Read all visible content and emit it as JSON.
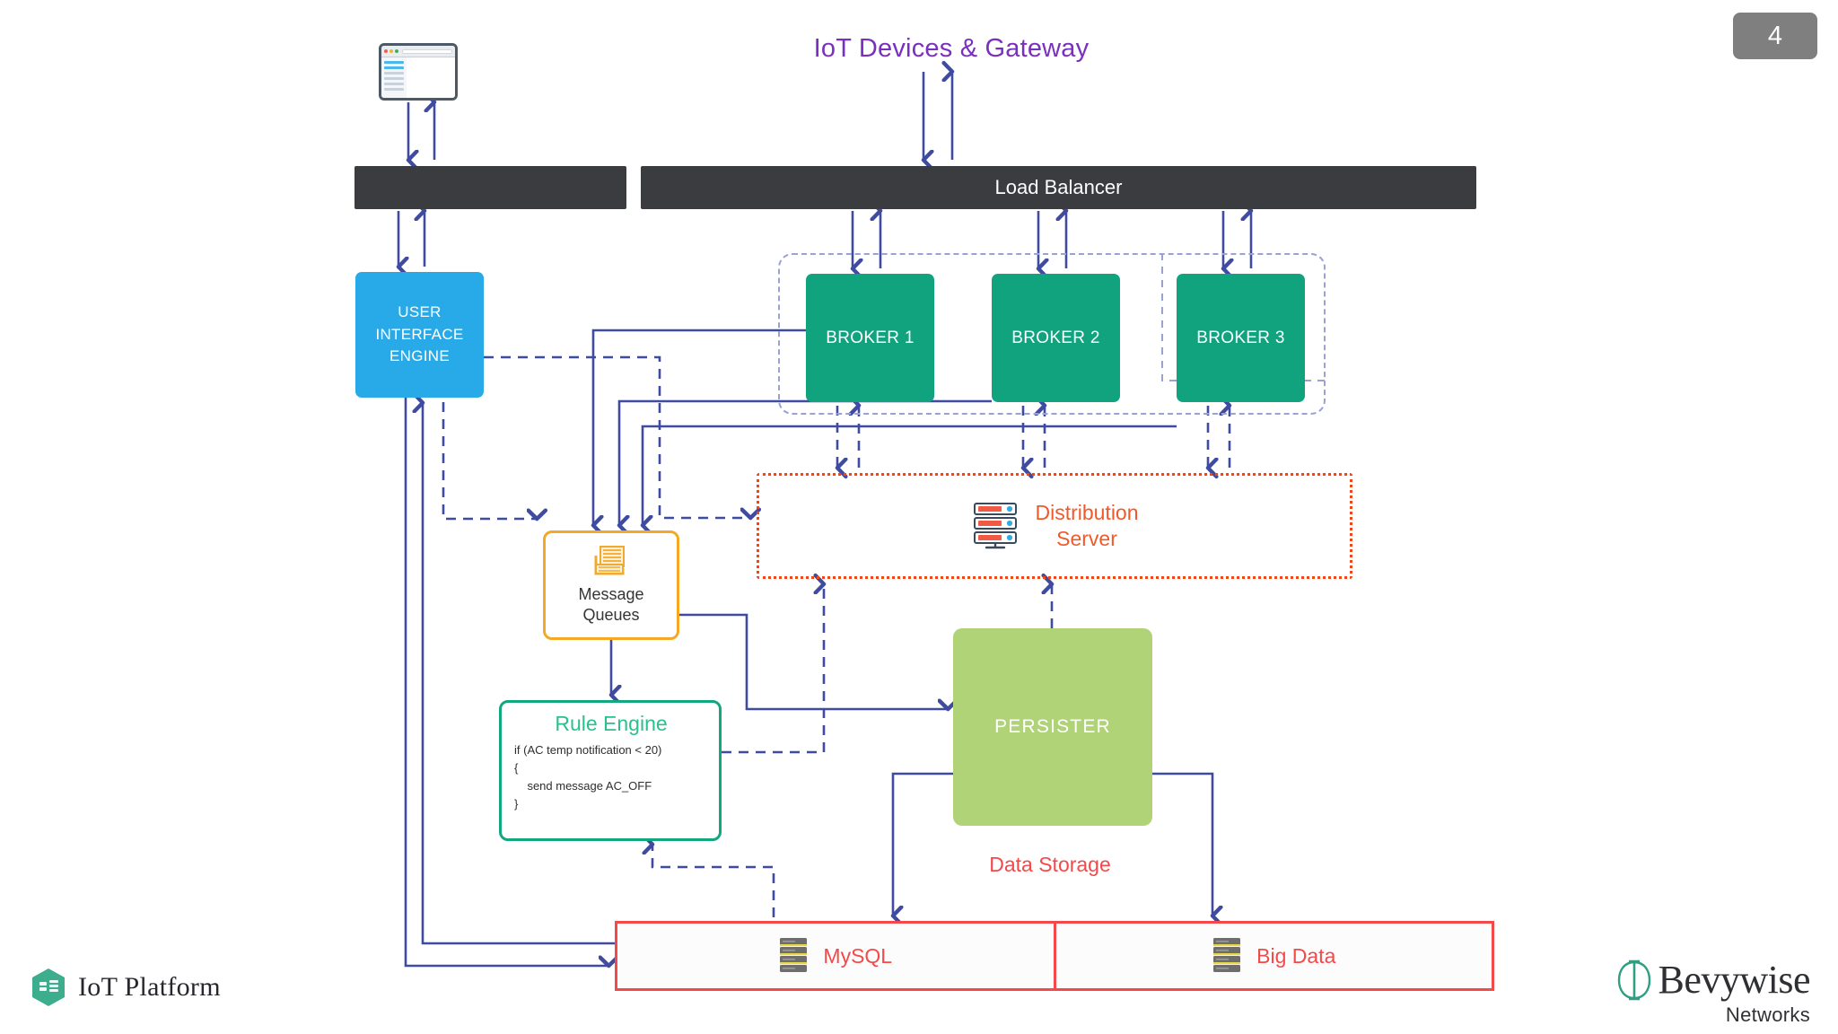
{
  "page": {
    "number": "4"
  },
  "title": {
    "text": "IoT Devices & Gateway"
  },
  "bars": {
    "left_bar_label": "",
    "load_balancer_label": "Load Balancer"
  },
  "ui_engine": {
    "line1": "USER",
    "line2": "INTERFACE",
    "line3": "ENGINE"
  },
  "brokers": [
    {
      "label": "BROKER 1"
    },
    {
      "label": "BROKER 2"
    },
    {
      "label": "BROKER 3"
    }
  ],
  "distribution_server": {
    "line1": "Distribution",
    "line2": "Server",
    "icon": "server-rack-icon"
  },
  "message_queues": {
    "line1": "Message",
    "line2": "Queues",
    "icon": "message-stack-icon"
  },
  "rule_engine": {
    "title": "Rule Engine",
    "code": "if (AC temp notification < 20)\n{\n    send message AC_OFF\n}"
  },
  "persister": {
    "label": "PERSISTER"
  },
  "data_storage": {
    "label": "Data Storage",
    "cells": [
      {
        "label": "MySQL",
        "icon": "database-icon"
      },
      {
        "label": "Big Data",
        "icon": "database-icon"
      }
    ]
  },
  "browser_mock": {
    "icon": "browser-window-icon"
  },
  "footer": {
    "left_logo": {
      "text": "IoT Platform",
      "icon": "hexagon-server-icon"
    },
    "right_logo": {
      "name": "Bevywise",
      "sub": "Networks",
      "icon": "bevywise-mark-icon"
    }
  },
  "colors": {
    "title_purple": "#7b2fbe",
    "bar_dark": "#3a3c40",
    "ui_blue": "#29aae8",
    "broker_green": "#11a37e",
    "queue_orange": "#f4a824",
    "rule_green": "#12a77e",
    "persister_green": "#afd376",
    "storage_red": "#f4494a",
    "dist_orange": "#e8491f",
    "wire_indigo": "#3f4ba0",
    "cluster_dash": "#9aa1d4",
    "badge_gray": "#7f7f7f"
  }
}
